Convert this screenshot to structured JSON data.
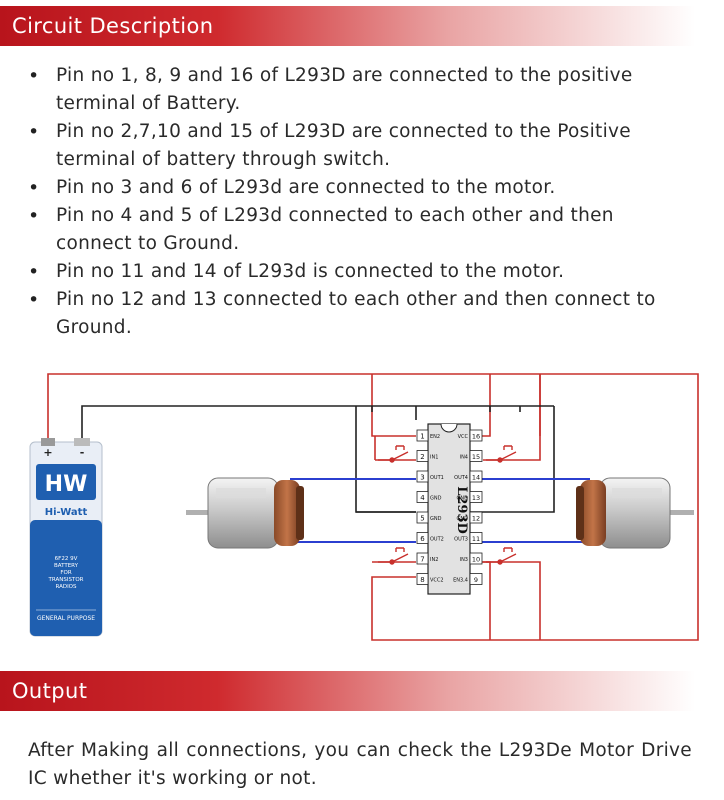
{
  "sections": {
    "circuit_title": "Circuit Description",
    "output_title": "Output"
  },
  "bullets": [
    "Pin no 1, 8, 9 and 16 of L293D are connected to the positive terminal of Battery.",
    "Pin no 2,7,10 and 15 of L293D are connected to the Positive terminal of battery through switch.",
    "Pin no 3 and 6 of L293d are connected to the motor.",
    "Pin no 4 and 5 of L293d connected to each other and then connect to Ground.",
    "Pin no 11 and 14 of L293d is connected to the motor.",
    "Pin no 12 and 13 connected to each other and then connect to Ground."
  ],
  "output_text": "After Making all connections, you can check the L293De Motor Drive IC whether it's working or not.",
  "diagram": {
    "battery": {
      "brand_letters": "HW",
      "brand_name": "Hi-Watt",
      "plus": "+",
      "minus": "-",
      "spec_lines": [
        "6F22 9V",
        "BATTERY",
        "FOR",
        "TRANSISTOR",
        "RADIOS"
      ],
      "purpose": "GENERAL PURPOSE"
    },
    "chip_label": "L293D",
    "pins_left": [
      {
        "num": "1",
        "label": "EN2"
      },
      {
        "num": "2",
        "label": "IN1"
      },
      {
        "num": "3",
        "label": "OUT1"
      },
      {
        "num": "4",
        "label": "GND"
      },
      {
        "num": "5",
        "label": "GND"
      },
      {
        "num": "6",
        "label": "OUT2"
      },
      {
        "num": "7",
        "label": "IN2"
      },
      {
        "num": "8",
        "label": "VCC2"
      }
    ],
    "pins_right": [
      {
        "num": "16",
        "label": "VCC"
      },
      {
        "num": "15",
        "label": "IN4"
      },
      {
        "num": "14",
        "label": "OUT4"
      },
      {
        "num": "13",
        "label": "GND"
      },
      {
        "num": "12",
        "label": "GND"
      },
      {
        "num": "11",
        "label": "OUT3"
      },
      {
        "num": "10",
        "label": "IN3"
      },
      {
        "num": "9",
        "label": "EN3,4"
      }
    ],
    "colors": {
      "positive_wire": "#c8302c",
      "ground_wire": "#222222",
      "motor_wire": "#2b3fd0",
      "header_red": "#b8141c",
      "battery_blue": "#1f5fb0"
    }
  }
}
